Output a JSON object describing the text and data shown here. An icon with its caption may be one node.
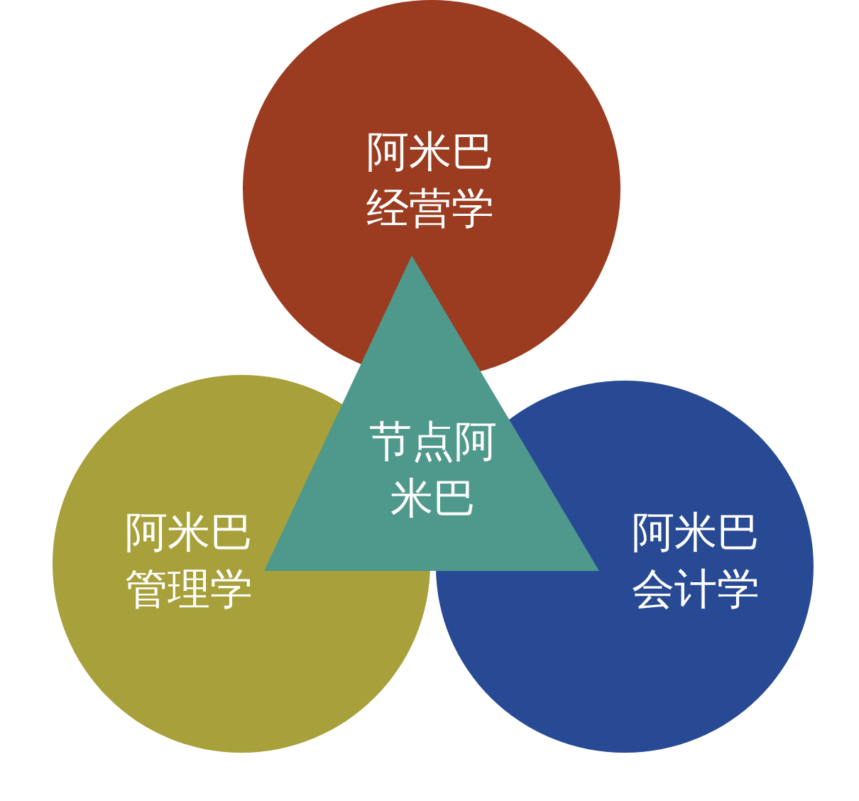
{
  "diagram": {
    "nodes": [
      {
        "text": [
          "阿米巴经营学"
        ]
      },
      {
        "text": [
          "阿米巴管理学"
        ]
      },
      {
        "text": [
          "阿米巴会计学"
        ]
      },
      {
        "text": [
          "节点阿米巴"
        ]
      }
    ]
  }
}
